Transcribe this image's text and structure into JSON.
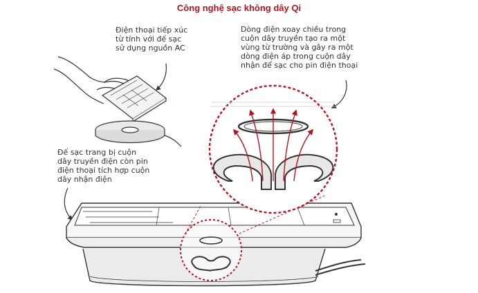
{
  "title": "Công nghệ sạc không dây Qi",
  "captions": {
    "phone_contact": "Điện thoại tiếp xúc\ntừ tính với đế sạc\nsử dụng nguồn AC",
    "alternating_current": "Dòng điện xoay chiều trong\ncuộn dây truyền tạo ra một\nvùng từ trường và gây ra một\ndòng điện áp trong cuộn dây\nnhận để sạc cho pin điện thoại",
    "pad_coils": "Đế sạc trang bị cuộn\ndây truyền điện còn pin\nđiện thoại tích hợp cuộn\ndây nhận điện"
  },
  "colors": {
    "title": "#b5121b",
    "arrow": "#b5121b",
    "line": "#333333",
    "magnifier": "#b5121b"
  }
}
